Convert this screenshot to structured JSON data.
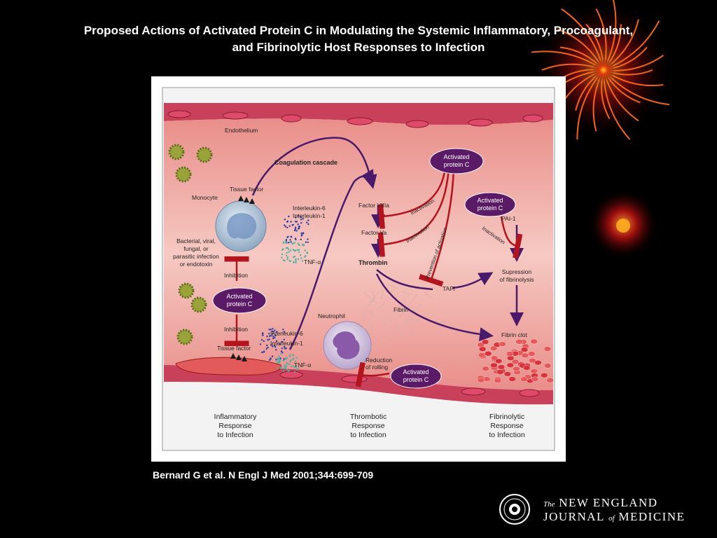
{
  "slide": {
    "title_line1": "Proposed Actions of Activated Protein C in Modulating the Systemic Inflammatory, Procoagulant,",
    "title_line2": "and Fibrinolytic Host Responses to Infection",
    "citation": "Bernard G et al. N Engl J Med 2001;344:699-709"
  },
  "journal": {
    "prefix": "The",
    "name_line1": "NEW ENGLAND",
    "name_line2a": "JOURNAL",
    "name_of": "of",
    "name_line2b": "MEDICINE"
  },
  "figure": {
    "endothelium": "Endothelium",
    "coagulation_cascade": "Coagulation cascade",
    "monocyte": "Monocyte",
    "tissue_factor_top": "Tissue factor",
    "interleukin6_top": "Interleukin-6",
    "interleukin1_top": "Interleukin-1",
    "tnf_top": "TNF-α",
    "infection_line1": "Bacterial, viral,",
    "infection_line2": "fungal, or",
    "infection_line3": "parasitic infection",
    "infection_line4": "or endotoxin",
    "inhibition_top": "Inhibition",
    "inhibition_bottom": "Inhibition",
    "apc_left": [
      "Activated",
      "protein C"
    ],
    "tissue_factor_bottom": "Tissue factor",
    "interleukin6_bottom": "Interleukin-6",
    "interleukin1_bottom": "Interleukin-1",
    "tnf_bottom": "TNF-α",
    "neutrophil": "Neutrophil",
    "reduction_line1": "Reduction",
    "reduction_line2": "of rolling",
    "apc_bottom": [
      "Activated",
      "protein C"
    ],
    "factor_viiia": "Factor VIIIa",
    "factor_va": "Factor Va",
    "thrombin": "Thrombin",
    "fibrin": "Fibrin",
    "apc_top": [
      "Activated",
      "protein C"
    ],
    "apc_right": [
      "Activated",
      "protein C"
    ],
    "inactivation_1": "Inactivation",
    "inactivation_2": "Inactivation",
    "inactivation_3": "Inactivation",
    "prevention": "Prevention of activation",
    "pai1": "PAI-1",
    "tafi": "TAFI",
    "suppression_line1": "Supression",
    "suppression_line2": "of fibrinolysis",
    "fibrin_clot": "Fibrin clot",
    "footer_left": [
      "Inflammatory",
      "Response",
      "to Infection"
    ],
    "footer_mid": [
      "Thrombotic",
      "Response",
      "to Infection"
    ],
    "footer_right": [
      "Fibrinolytic",
      "Response",
      "to Infection"
    ]
  },
  "colors": {
    "vessel_wall": "#c8405a",
    "vessel_lumen": "#f2b6b0",
    "apc_oval": "#5a1a66",
    "arrow_purple": "#4a1a6a",
    "inhibit_red": "#b3141e",
    "footer_bg": "#ececec"
  }
}
